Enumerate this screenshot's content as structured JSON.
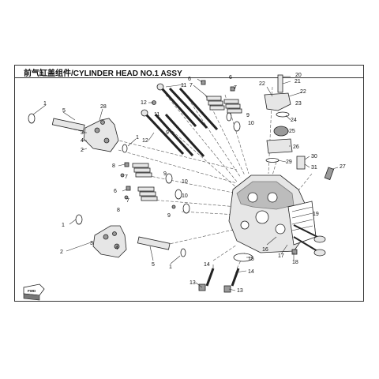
{
  "title": "前气缸盖组件/CYLINDER HEAD NO.1 ASSY",
  "callouts": [
    "1",
    "2",
    "3",
    "4",
    "5",
    "6",
    "7",
    "8",
    "9",
    "10",
    "11",
    "12",
    "13",
    "14",
    "15",
    "16",
    "17",
    "18",
    "19",
    "20",
    "21",
    "22",
    "23",
    "24",
    "25",
    "26",
    "27",
    "28",
    "29",
    "30",
    "31"
  ],
  "front_badge": "FWD",
  "icons": {
    "front_arrow": "front-direction-arrow-icon"
  }
}
